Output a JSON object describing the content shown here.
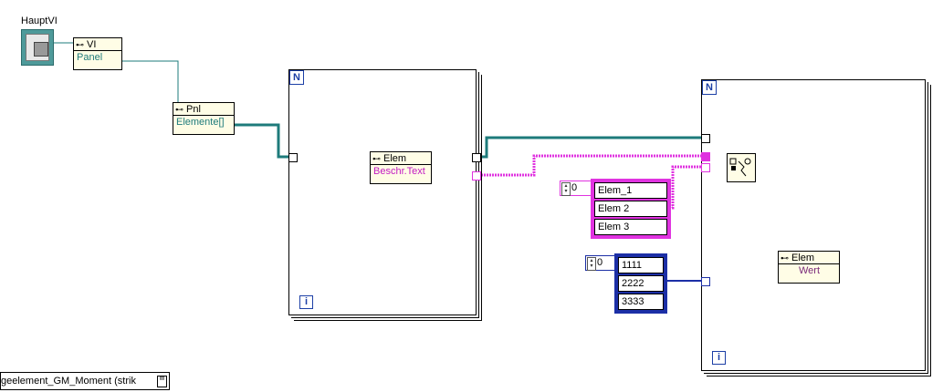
{
  "terminals": {
    "vi_ref_label": "HauptVI",
    "bottom_indicator_label": "geelement_GM_Moment (strik"
  },
  "nodes": {
    "vi_node": {
      "header": "VI",
      "property": "Panel"
    },
    "pnl_node": {
      "header": "Pnl",
      "property": "Elemente[]"
    },
    "elem_node_1": {
      "header": "Elem",
      "property": "Beschr.Text"
    },
    "elem_node_2": {
      "header": "Elem",
      "property": "Wert"
    }
  },
  "loops": {
    "for_loop_1": {
      "count_label": "N",
      "iteration_label": "i"
    },
    "for_loop_2": {
      "count_label": "N",
      "iteration_label": "i"
    }
  },
  "arrays": {
    "string_array": {
      "index": "0",
      "items": [
        "Elem_1",
        "Elem 2",
        "Elem 3"
      ]
    },
    "number_array": {
      "index": "0",
      "items": [
        "1111",
        "2222",
        "3333"
      ]
    }
  },
  "colors": {
    "reference_wire": "#1e7b7b",
    "string_wire": "#e033e0",
    "number_wire": "#1c2fa6",
    "node_bg": "#fffde6",
    "loop_border": "#1c3fa6"
  }
}
